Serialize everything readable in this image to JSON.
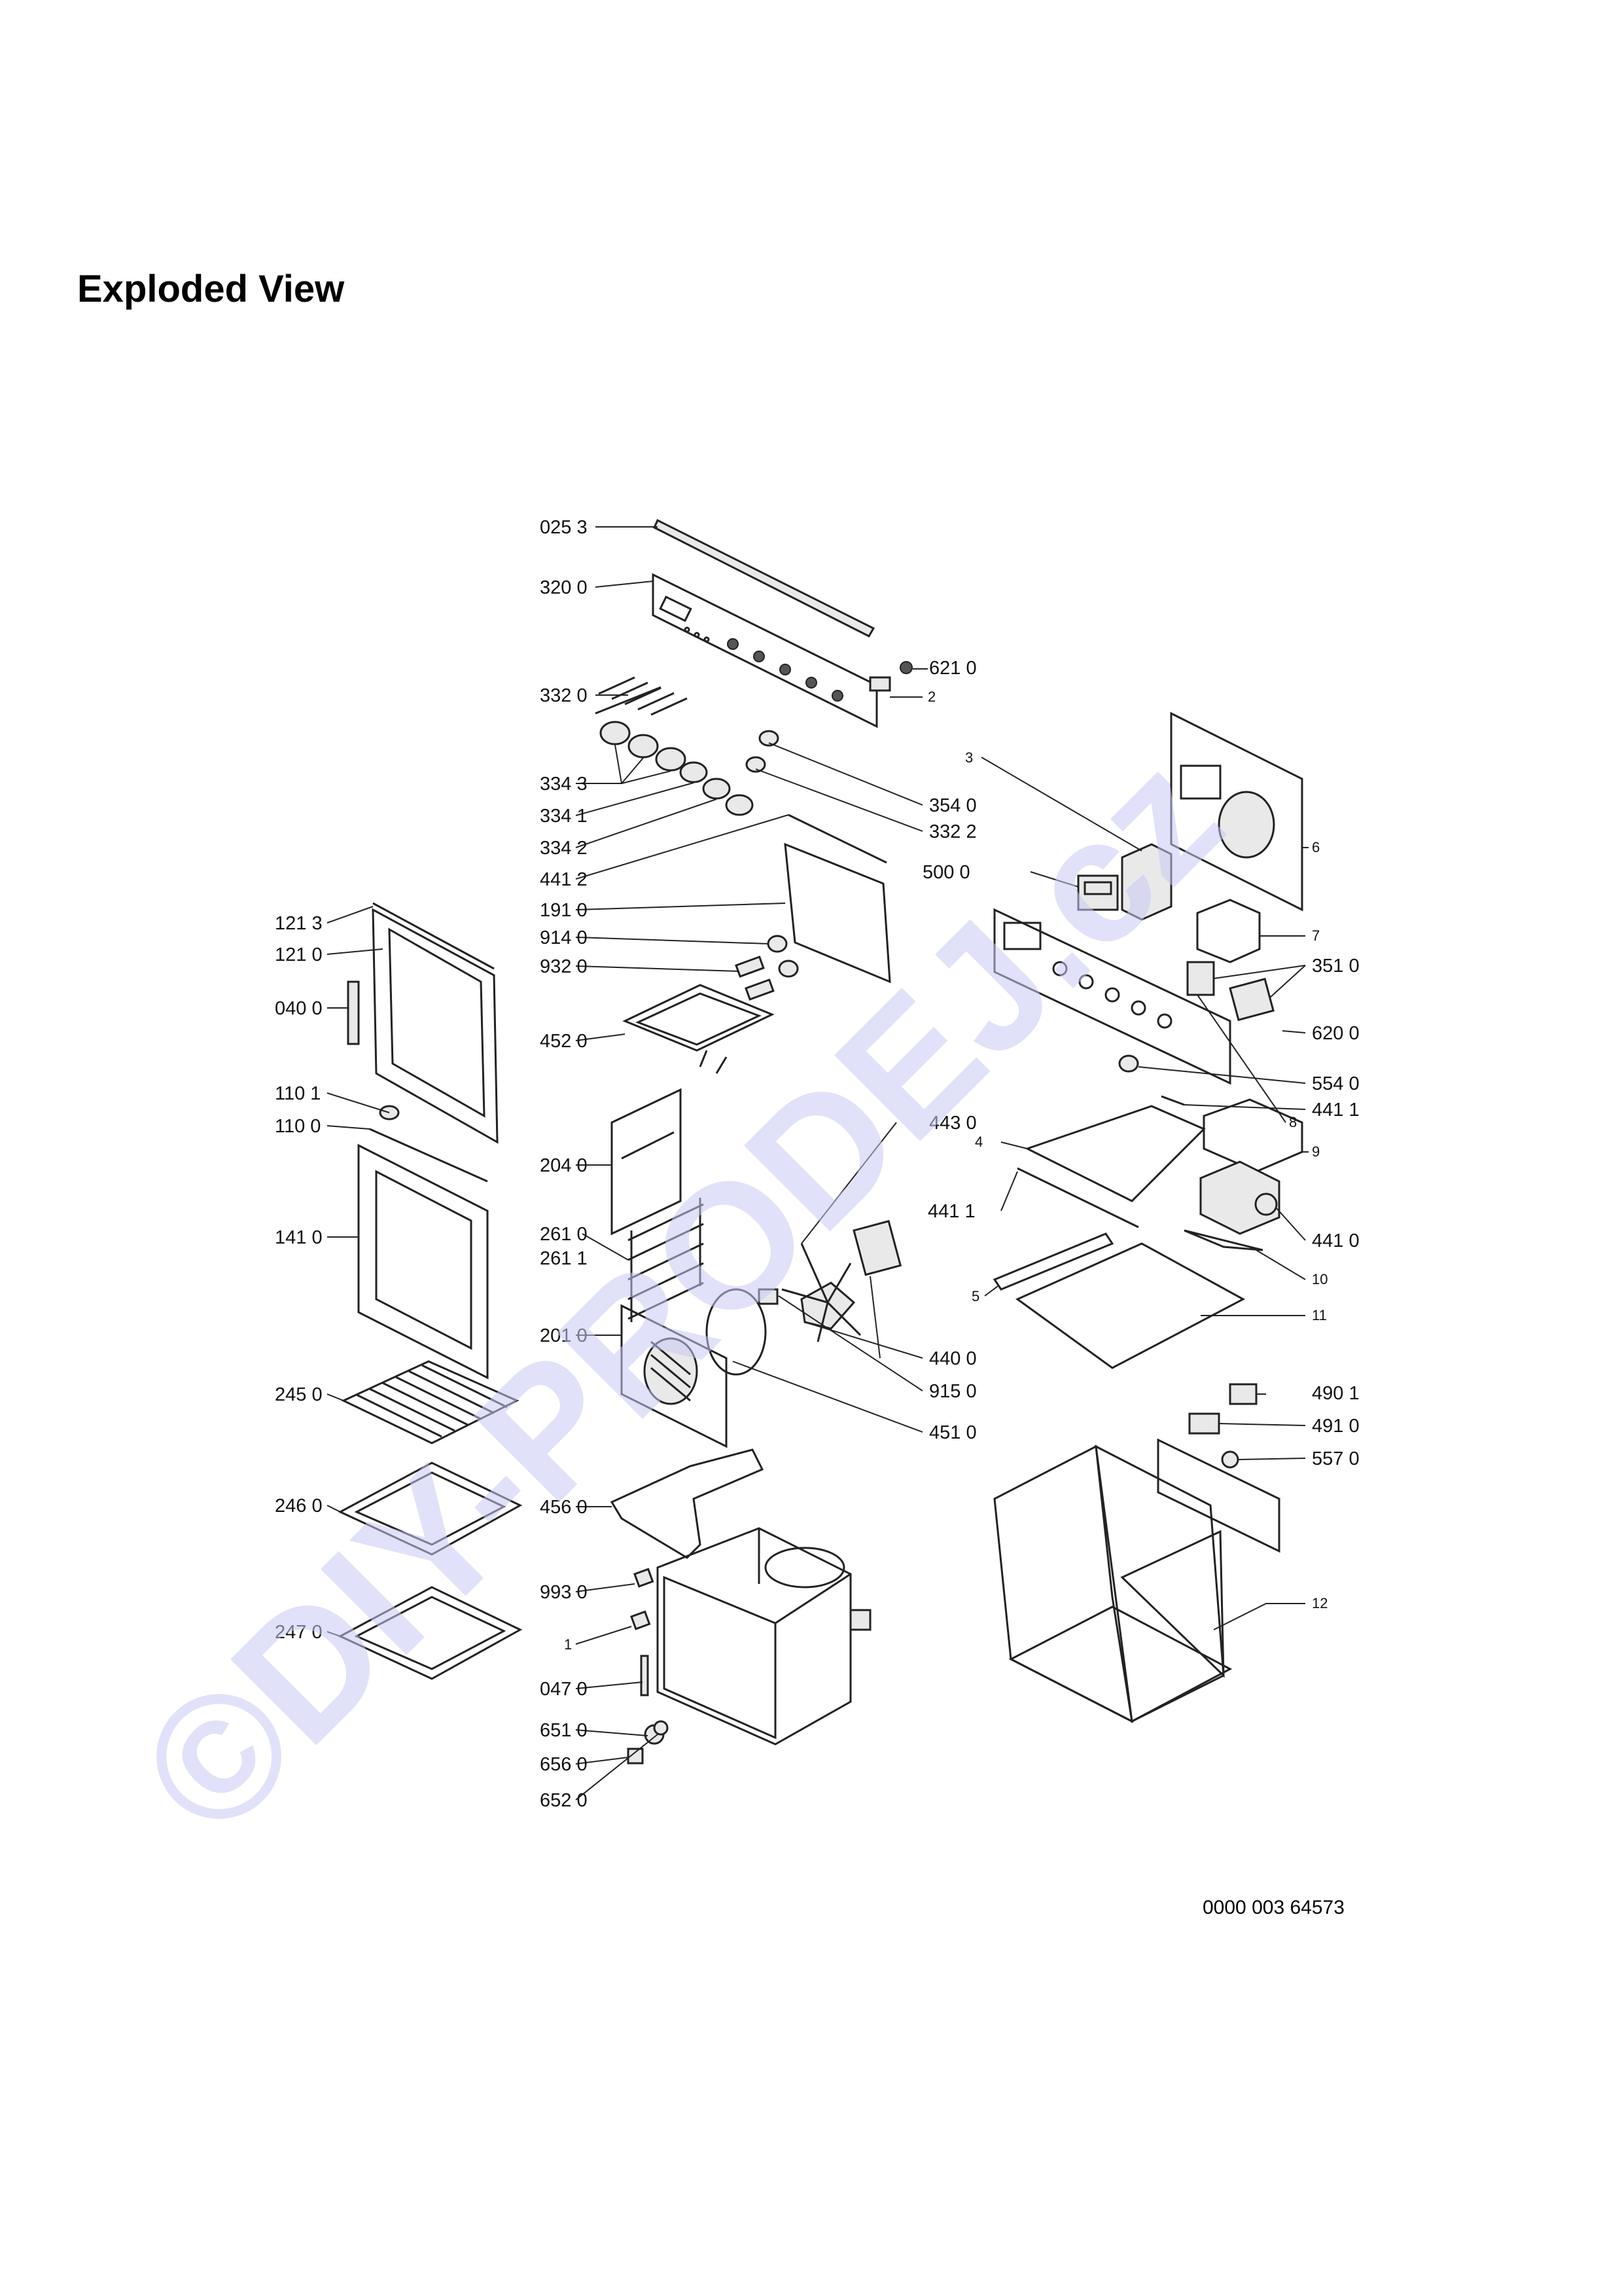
{
  "title": "Exploded View",
  "document_number": "0000 003 64573",
  "watermark": "©DIY-PRODEJ.cz",
  "colors": {
    "ink": "#222222",
    "watermark": "#c8c8f4"
  },
  "labels": {
    "l0253": "025 3",
    "l3200": "320 0",
    "l6210": "621 0",
    "l2": "2",
    "l3320": "332 0",
    "l3343": "334 3",
    "l3540": "354 0",
    "l3322": "332 2",
    "l3341": "334 1",
    "l3342": "334 2",
    "l4412": "441 2",
    "l1910": "191 0",
    "l9140": "914 0",
    "l9320": "932 0",
    "l4520": "452 0",
    "l1213": "121 3",
    "l1210": "121 0",
    "l0400": "040 0",
    "l1101": "110 1",
    "l1100": "110 0",
    "l1410": "141 0",
    "l2040": "204 0",
    "l2610": "261 0",
    "l2611": "261 1",
    "l2010": "201 0",
    "l2450": "245 0",
    "l2460": "246 0",
    "l2470": "247 0",
    "l4560": "456 0",
    "l9930": "993 0",
    "l1": "1",
    "l0470": "047 0",
    "l6510": "651 0",
    "l6560": "656 0",
    "l6520": "652 0",
    "l4430": "443 0",
    "l4400": "440 0",
    "l9150": "915 0",
    "l4510": "451 0",
    "l3": "3",
    "l6": "6",
    "l5000": "500 0",
    "l7": "7",
    "l3510": "351 0",
    "l6200": "620 0",
    "l5540": "554 0",
    "l8": "8",
    "l4411a": "441 1",
    "l4": "4",
    "l4411b": "441 1",
    "l9": "9",
    "l4410": "441 0",
    "l10": "10",
    "l5": "5",
    "l11": "11",
    "l4901": "490 1",
    "l4910": "491 0",
    "l5570": "557 0",
    "l12": "12"
  }
}
